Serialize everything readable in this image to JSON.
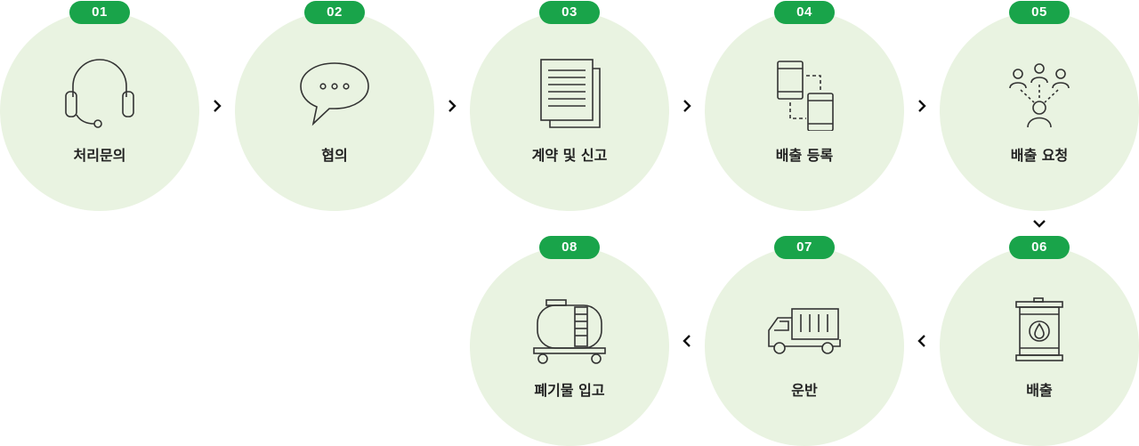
{
  "steps": [
    {
      "number": "01",
      "label": "처리문의",
      "icon": "headset-icon"
    },
    {
      "number": "02",
      "label": "협의",
      "icon": "speech-bubble-icon"
    },
    {
      "number": "03",
      "label": "계약 및 신고",
      "icon": "document-icon"
    },
    {
      "number": "04",
      "label": "배출 등록",
      "icon": "mobile-devices-icon"
    },
    {
      "number": "05",
      "label": "배출 요청",
      "icon": "people-network-icon"
    },
    {
      "number": "06",
      "label": "배출",
      "icon": "oil-drum-icon"
    },
    {
      "number": "07",
      "label": "운반",
      "icon": "truck-icon"
    },
    {
      "number": "08",
      "label": "폐기물 입고",
      "icon": "tank-trailer-icon"
    }
  ],
  "colors": {
    "badge": "#19a44a",
    "circle": "#e9f3e1",
    "stroke": "#333333"
  }
}
